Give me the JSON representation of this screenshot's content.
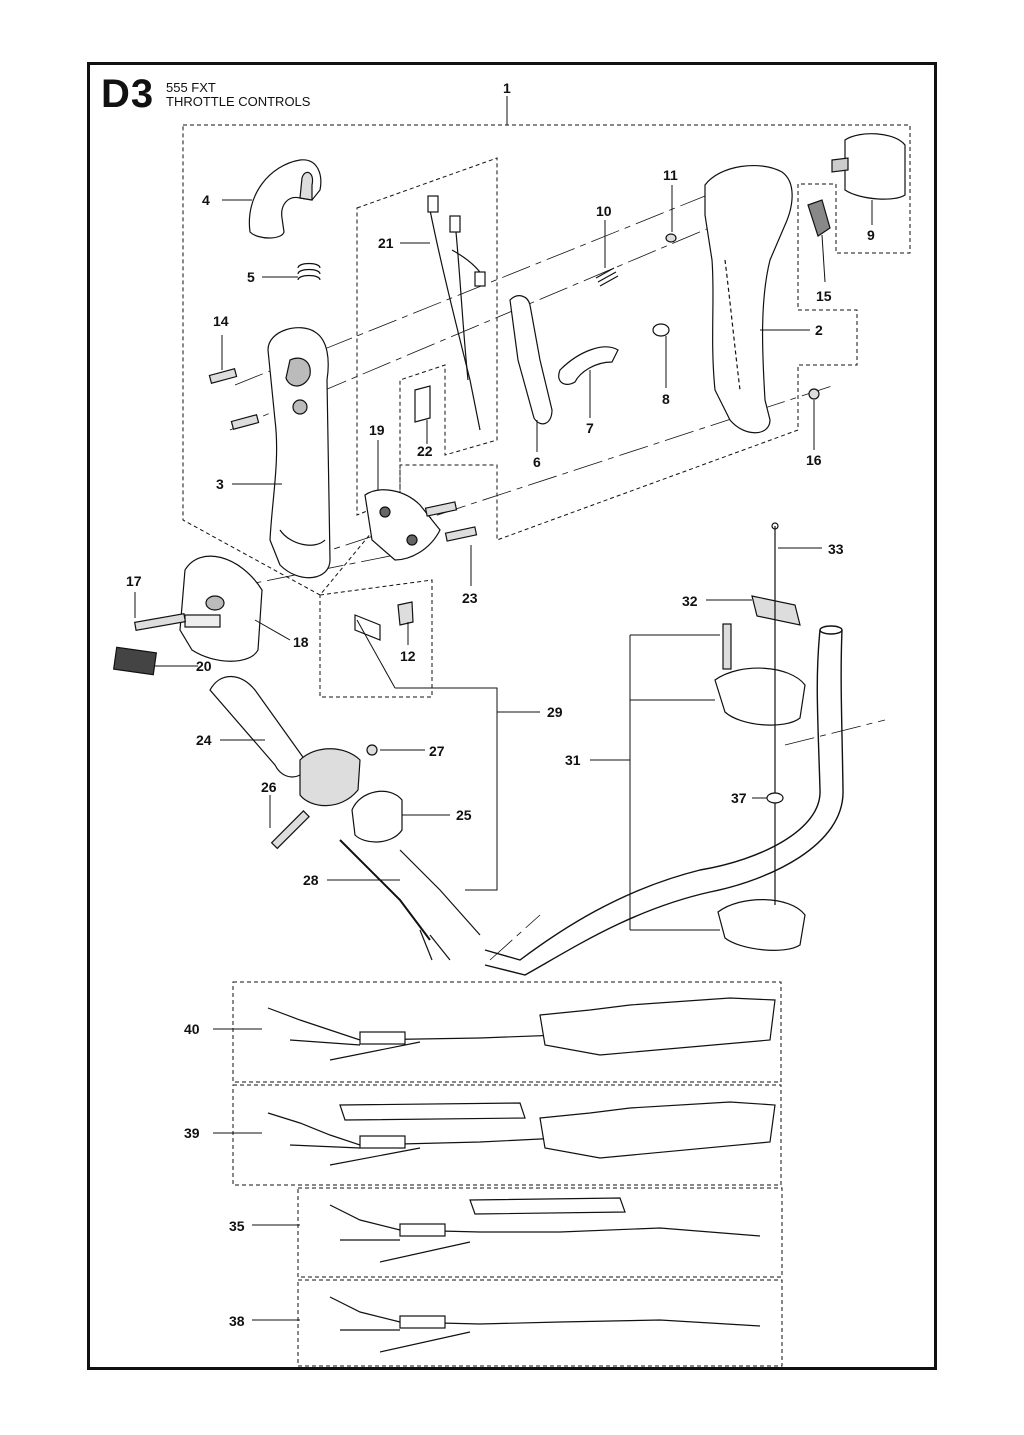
{
  "header": {
    "page_code": "D3",
    "model": "555 FXT",
    "section": "THROTTLE CONTROLS"
  },
  "callouts": [
    {
      "id": "1",
      "text": "1"
    },
    {
      "id": "2",
      "text": "2"
    },
    {
      "id": "3",
      "text": "3"
    },
    {
      "id": "4",
      "text": "4"
    },
    {
      "id": "5",
      "text": "5"
    },
    {
      "id": "6",
      "text": "6"
    },
    {
      "id": "7",
      "text": "7"
    },
    {
      "id": "8",
      "text": "8"
    },
    {
      "id": "9",
      "text": "9"
    },
    {
      "id": "10",
      "text": "10"
    },
    {
      "id": "11",
      "text": "11"
    },
    {
      "id": "12",
      "text": "12"
    },
    {
      "id": "14",
      "text": "14"
    },
    {
      "id": "15",
      "text": "15"
    },
    {
      "id": "16",
      "text": "16"
    },
    {
      "id": "17",
      "text": "17"
    },
    {
      "id": "18",
      "text": "18"
    },
    {
      "id": "19",
      "text": "19"
    },
    {
      "id": "20",
      "text": "20"
    },
    {
      "id": "21",
      "text": "21"
    },
    {
      "id": "22",
      "text": "22"
    },
    {
      "id": "23",
      "text": "23"
    },
    {
      "id": "24",
      "text": "24"
    },
    {
      "id": "25",
      "text": "25"
    },
    {
      "id": "26",
      "text": "26"
    },
    {
      "id": "27",
      "text": "27"
    },
    {
      "id": "28",
      "text": "28"
    },
    {
      "id": "29",
      "text": "29"
    },
    {
      "id": "31",
      "text": "31"
    },
    {
      "id": "32",
      "text": "32"
    },
    {
      "id": "33",
      "text": "33"
    },
    {
      "id": "35",
      "text": "35"
    },
    {
      "id": "37",
      "text": "37"
    },
    {
      "id": "38",
      "text": "38"
    },
    {
      "id": "39",
      "text": "39"
    },
    {
      "id": "40",
      "text": "40"
    }
  ],
  "colors": {
    "ink": "#111111",
    "part_fill": "#ffffff",
    "part_shade": "#cfcfcf",
    "dark": "#333333"
  }
}
